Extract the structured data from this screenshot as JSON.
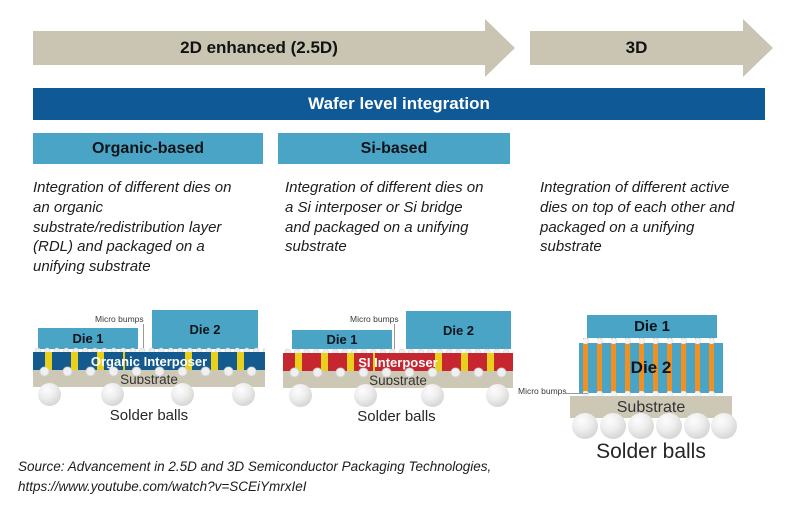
{
  "timeline": {
    "arrows": [
      {
        "label": "2D enhanced (2.5D)"
      },
      {
        "label": "3D"
      }
    ]
  },
  "banner": {
    "label": "Wafer level integration"
  },
  "columns": [
    {
      "header": "Organic-based",
      "description": "Integration of different dies on an organic substrate/redistribution layer (RDL) and packaged on a unifying substrate"
    },
    {
      "header": "Si-based",
      "description": "Integration of different dies on a Si interposer or Si bridge and packaged on a unifying substrate"
    },
    {
      "description": "Integration of different active dies on top of each other and packaged on a unifying substrate"
    }
  ],
  "diagrams": {
    "organic": {
      "die1": "Die 1",
      "die2": "Die 2",
      "micro_bumps": "Micro bumps",
      "interposer": "Organic Interposer",
      "substrate": "Substrate",
      "solder_balls": "Solder balls"
    },
    "si": {
      "die1": "Die 1",
      "die2": "Die 2",
      "micro_bumps": "Micro bumps",
      "interposer": "SI Interposer",
      "substrate": "Substrate",
      "solder_balls": "Solder balls"
    },
    "three_d": {
      "die1": "Die 1",
      "die2": "Die 2",
      "micro_bumps": "Micro bumps",
      "substrate": "Substrate",
      "solder_balls": "Solder balls"
    }
  },
  "source": {
    "line1": "Source: Advancement in 2.5D and 3D Semiconductor Packaging Technologies,",
    "line2": "https://www.youtube.com/watch?v=SCEiYmrxIeI"
  },
  "colors": {
    "arrow_tan": "#c9c5b2",
    "banner_blue": "#0f5a96",
    "light_blue": "#4aa4c6",
    "organic_interposer_blue": "#145a8e",
    "si_interposer_red": "#c52630",
    "via_yellow": "#e8d01d",
    "tsv_orange": "#f09020",
    "substrate_tan": "#cdc8b6"
  }
}
